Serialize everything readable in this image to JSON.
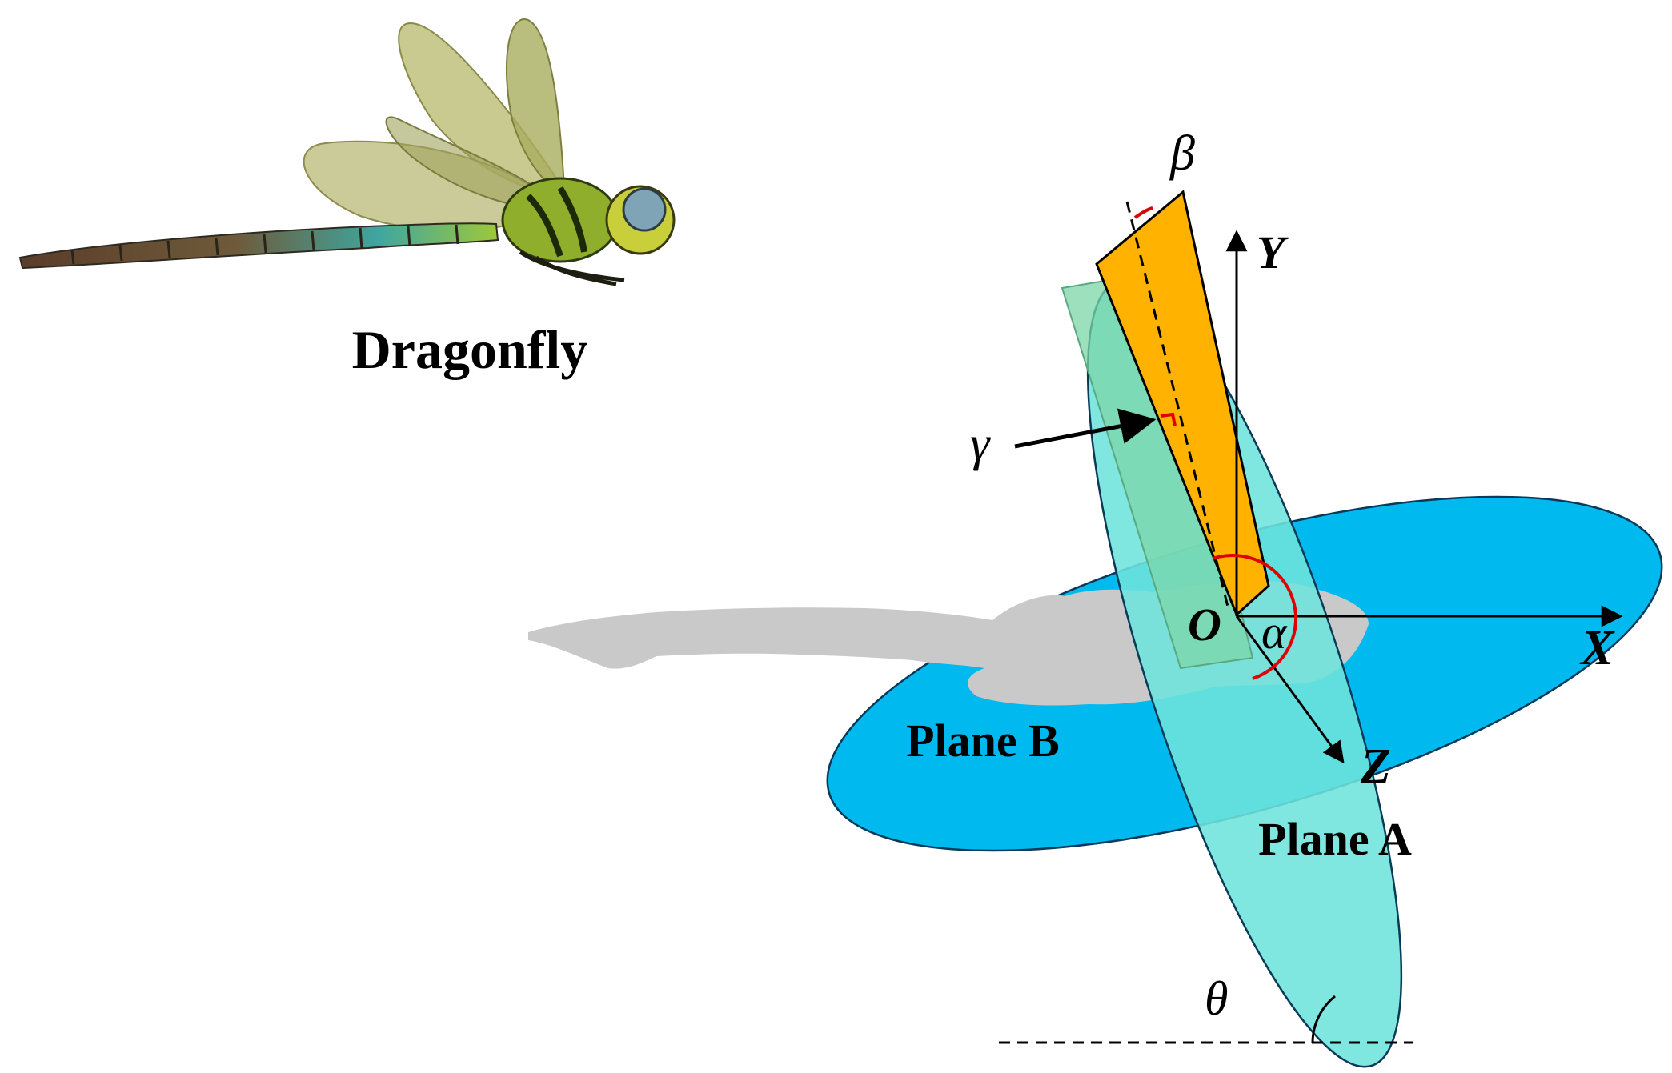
{
  "title": "Dragonfly",
  "planes": {
    "plane_a": "Plane A",
    "plane_b": "Plane B"
  },
  "axes": {
    "x": "X",
    "y": "Y",
    "z": "Z",
    "origin": "O"
  },
  "angles": {
    "alpha": "α",
    "beta": "β",
    "gamma": "γ",
    "theta": "θ"
  },
  "colors": {
    "plane_a_fill": "#6ee4dc",
    "plane_b_fill": "#00b9ee",
    "wing_fill": "#ffb300",
    "shadow": "#c9c9c9",
    "angle_marker": "#e00000"
  }
}
